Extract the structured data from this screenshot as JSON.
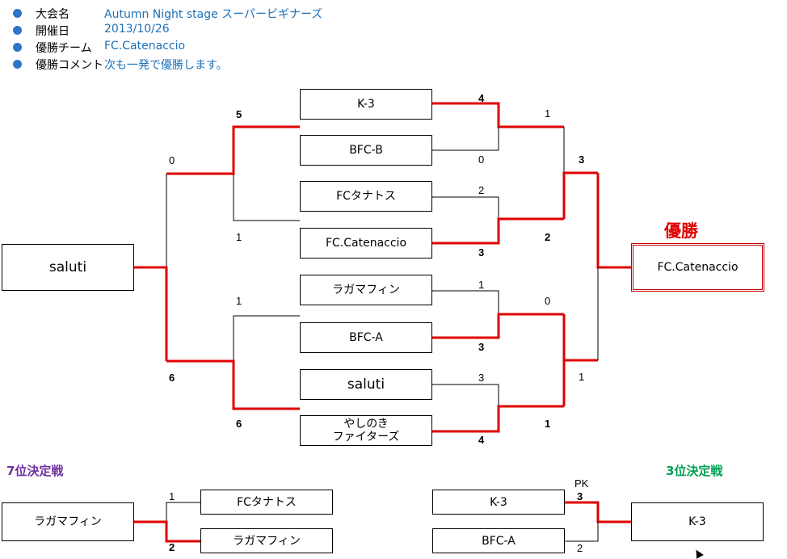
{
  "info": {
    "rows": [
      {
        "label": "大会名",
        "value": "Autumn Night stage スーパービギナーズ"
      },
      {
        "label": "開催日",
        "value": "2013/10/26"
      },
      {
        "label": "優勝チーム",
        "value": "FC.Catenaccio"
      },
      {
        "label": "優勝コメント",
        "value": "次も一発で優勝します。"
      }
    ]
  },
  "bracket": {
    "quarter_final_teams": [
      "K-3",
      "BFC-B",
      "FCタナトス",
      "FC.Catenaccio",
      "ラガマフィン",
      "BFC-A",
      "saluti",
      "やしのき\nファイターズ"
    ],
    "quarter_final_scores": [
      "4",
      "0",
      "2",
      "3",
      "1",
      "3",
      "3",
      "4"
    ],
    "left_side": {
      "seed_team": "saluti",
      "seed_score": "0",
      "lower_score": "6",
      "upper_scores": [
        "5",
        "1"
      ],
      "lower_scores": [
        "1",
        "6"
      ]
    },
    "right_semi_scores": [
      "1",
      "2",
      "0",
      "1"
    ],
    "final_scores": [
      "3",
      "1"
    ],
    "champion_label": "優勝",
    "champion": "FC.Catenaccio"
  },
  "seventh_place": {
    "title": "7位決定戦",
    "teams": [
      "FCタナトス",
      "ラガマフィン"
    ],
    "scores": [
      "1",
      "2"
    ],
    "winner": "ラガマフィン"
  },
  "third_place": {
    "title": "3位決定戦",
    "teams": [
      "K-3",
      "BFC-A"
    ],
    "scores": [
      "3",
      "2"
    ],
    "pk_label": "PK",
    "winner": "K-3"
  },
  "colors": {
    "win_line": "#e00000",
    "line": "#000000",
    "info_value": "#1d6fb8",
    "dot": "#2e75c9",
    "seventh_title": "#7030a0",
    "third_title": "#00a050"
  }
}
